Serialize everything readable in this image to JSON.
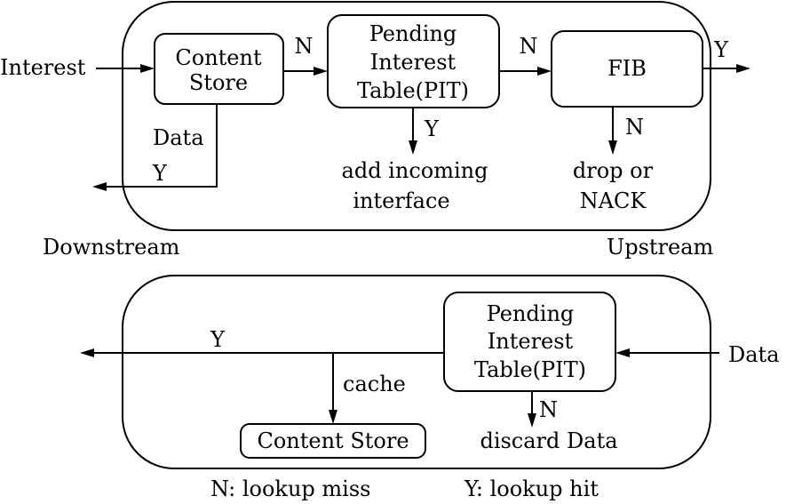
{
  "interest_flow": {
    "input_label": "Interest",
    "content_store": [
      "Content",
      "Store"
    ],
    "pit": [
      "Pending",
      "Interest",
      "Table(PIT)"
    ],
    "fib": "FIB",
    "miss_label_cs": "N",
    "miss_label_pit": "N",
    "hit_label_fib": "Y",
    "cs_hit_data": "Data",
    "cs_hit_y": "Y",
    "pit_hit_y": "Y",
    "pit_hit_action": [
      "add incoming",
      "interface"
    ],
    "fib_miss_n": "N",
    "fib_miss_action": [
      "drop or",
      "NACK"
    ]
  },
  "directions": {
    "downstream": "Downstream",
    "upstream": "Upstream"
  },
  "data_flow": {
    "input_label": "Data",
    "pit": [
      "Pending",
      "Interest",
      "Table(PIT)"
    ],
    "hit_y": "Y",
    "cache_label": "cache",
    "content_store": "Content Store",
    "miss_n": "N",
    "miss_action": "discard Data"
  },
  "legend": {
    "miss": "N: lookup miss",
    "hit": "Y: lookup hit"
  }
}
